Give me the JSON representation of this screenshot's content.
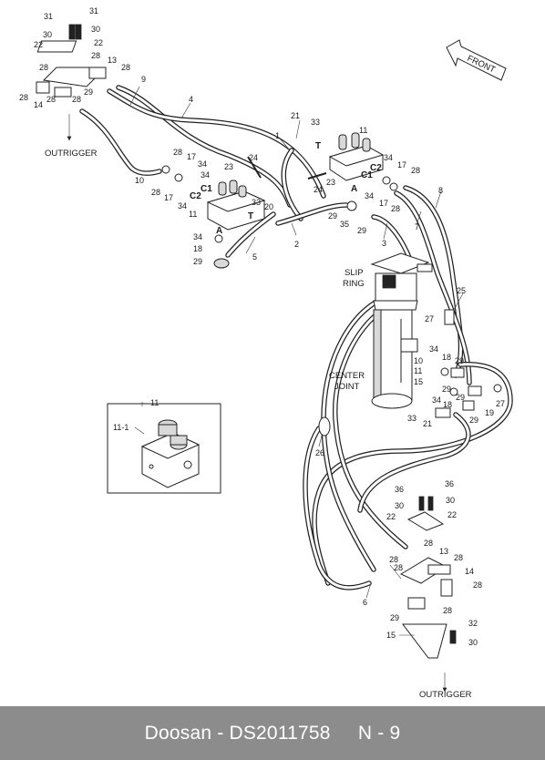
{
  "diagram": {
    "notes": {
      "outrigger_top": "OUTRIGGER",
      "outrigger_bottom": "OUTRIGGER",
      "front": "FRONT",
      "slip_ring_1": "SLIP",
      "slip_ring_2": "RING",
      "center_joint_1": "CENTER",
      "center_joint_2": "JOINT",
      "port_T_left": "T",
      "port_T_right": "T",
      "port_A_left": "A",
      "port_A_right": "A",
      "port_C1_left": "C1",
      "port_C2_left": "C2",
      "port_C1_right": "C1",
      "port_C2_right": "C2",
      "detail_title": "11",
      "detail_part": "11-1"
    },
    "callouts": [
      {
        "id": "c1",
        "text": "31"
      },
      {
        "id": "c2",
        "text": "31"
      },
      {
        "id": "c3",
        "text": "30"
      },
      {
        "id": "c4",
        "text": "30"
      },
      {
        "id": "c5",
        "text": "22"
      },
      {
        "id": "c6",
        "text": "22"
      },
      {
        "id": "c7",
        "text": "28"
      },
      {
        "id": "c8",
        "text": "28"
      },
      {
        "id": "c9",
        "text": "13"
      },
      {
        "id": "c10",
        "text": "28"
      },
      {
        "id": "c11",
        "text": "29"
      },
      {
        "id": "c12",
        "text": "28"
      },
      {
        "id": "c13",
        "text": "14"
      },
      {
        "id": "c14",
        "text": "28"
      },
      {
        "id": "c15",
        "text": "28"
      },
      {
        "id": "c16",
        "text": "9"
      },
      {
        "id": "c17",
        "text": "4"
      },
      {
        "id": "c18",
        "text": "21"
      },
      {
        "id": "c19",
        "text": "33"
      },
      {
        "id": "c20",
        "text": "1"
      },
      {
        "id": "c21",
        "text": "11"
      },
      {
        "id": "c22",
        "text": "28"
      },
      {
        "id": "c23",
        "text": "34"
      },
      {
        "id": "c24",
        "text": "17"
      },
      {
        "id": "c25",
        "text": "34"
      },
      {
        "id": "c26",
        "text": "23"
      },
      {
        "id": "c27",
        "text": "24"
      },
      {
        "id": "c28",
        "text": "10"
      },
      {
        "id": "c29",
        "text": "28"
      },
      {
        "id": "c30",
        "text": "17"
      },
      {
        "id": "c31",
        "text": "34"
      },
      {
        "id": "c32",
        "text": "11"
      },
      {
        "id": "c33",
        "text": "33"
      },
      {
        "id": "c34",
        "text": "20"
      },
      {
        "id": "c35",
        "text": "34"
      },
      {
        "id": "c36",
        "text": "18"
      },
      {
        "id": "c37",
        "text": "29"
      },
      {
        "id": "c38",
        "text": "5"
      },
      {
        "id": "c39",
        "text": "2"
      },
      {
        "id": "c40",
        "text": "34"
      },
      {
        "id": "c41",
        "text": "17"
      },
      {
        "id": "c42",
        "text": "28"
      },
      {
        "id": "c43",
        "text": "23"
      },
      {
        "id": "c44",
        "text": "24"
      },
      {
        "id": "c45",
        "text": "34"
      },
      {
        "id": "c46",
        "text": "17"
      },
      {
        "id": "c47",
        "text": "28"
      },
      {
        "id": "c48",
        "text": "8"
      },
      {
        "id": "c49",
        "text": "29"
      },
      {
        "id": "c50",
        "text": "35"
      },
      {
        "id": "c51",
        "text": "29"
      },
      {
        "id": "c52",
        "text": "7"
      },
      {
        "id": "c53",
        "text": "3"
      },
      {
        "id": "c54",
        "text": "25"
      },
      {
        "id": "c55",
        "text": "27"
      },
      {
        "id": "c56",
        "text": "10"
      },
      {
        "id": "c57",
        "text": "34"
      },
      {
        "id": "c58",
        "text": "18"
      },
      {
        "id": "c59",
        "text": "29"
      },
      {
        "id": "c60",
        "text": "11"
      },
      {
        "id": "c61",
        "text": "29"
      },
      {
        "id": "c62",
        "text": "15"
      },
      {
        "id": "c63",
        "text": "34"
      },
      {
        "id": "c64",
        "text": "18"
      },
      {
        "id": "c65",
        "text": "29"
      },
      {
        "id": "c66",
        "text": "33"
      },
      {
        "id": "c67",
        "text": "21"
      },
      {
        "id": "c68",
        "text": "29"
      },
      {
        "id": "c69",
        "text": "19"
      },
      {
        "id": "c70",
        "text": "27"
      },
      {
        "id": "c71",
        "text": "26"
      },
      {
        "id": "c72",
        "text": "36"
      },
      {
        "id": "c73",
        "text": "36"
      },
      {
        "id": "c74",
        "text": "30"
      },
      {
        "id": "c75",
        "text": "30"
      },
      {
        "id": "c76",
        "text": "22"
      },
      {
        "id": "c77",
        "text": "22"
      },
      {
        "id": "c78",
        "text": "28"
      },
      {
        "id": "c79",
        "text": "13"
      },
      {
        "id": "c80",
        "text": "28"
      },
      {
        "id": "c81",
        "text": "28"
      },
      {
        "id": "c82",
        "text": "28"
      },
      {
        "id": "c83",
        "text": "14"
      },
      {
        "id": "c84",
        "text": "28"
      },
      {
        "id": "c85",
        "text": "6"
      },
      {
        "id": "c86",
        "text": "29"
      },
      {
        "id": "c87",
        "text": "28"
      },
      {
        "id": "c88",
        "text": "32"
      },
      {
        "id": "c89",
        "text": "15"
      },
      {
        "id": "c90",
        "text": "30"
      }
    ]
  },
  "footer": {
    "text": "Doosan - DS2011758     N - 9"
  },
  "colors": {
    "footer_bg": "#8c8c8c",
    "footer_text": "#ffffff",
    "line": "#222222"
  }
}
